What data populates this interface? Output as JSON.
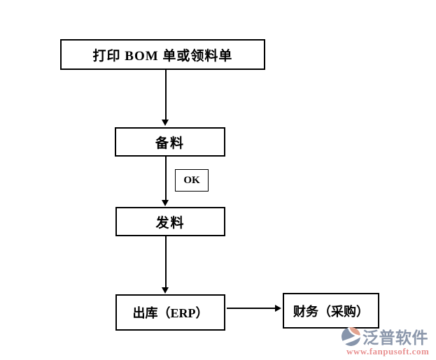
{
  "diagram": {
    "nodes": [
      {
        "id": "print-bom",
        "label": "打印 BOM 单或领料单"
      },
      {
        "id": "prepare-material",
        "label": "备料"
      },
      {
        "id": "ok",
        "label": "OK"
      },
      {
        "id": "issue-material",
        "label": "发料"
      },
      {
        "id": "outbound-erp",
        "label": "出库（ERP）"
      },
      {
        "id": "finance-purchase",
        "label": "财务（采购）"
      }
    ],
    "edges": [
      {
        "from": "print-bom",
        "to": "prepare-material",
        "direction": "down"
      },
      {
        "from": "prepare-material",
        "to": "issue-material",
        "direction": "down",
        "side_label": "OK"
      },
      {
        "from": "issue-material",
        "to": "outbound-erp",
        "direction": "down"
      },
      {
        "from": "outbound-erp",
        "to": "finance-purchase",
        "direction": "right"
      }
    ],
    "line_color": "#000000",
    "box_background": "#ffffff"
  },
  "watermark": {
    "brand": "泛普软件",
    "website": "www.fanpusoft.com",
    "colors": {
      "brand_text": "#8B97AB",
      "website_text": "#E89191",
      "icon_blue": "#8795AB",
      "icon_salmon": "#E2A38F"
    }
  }
}
